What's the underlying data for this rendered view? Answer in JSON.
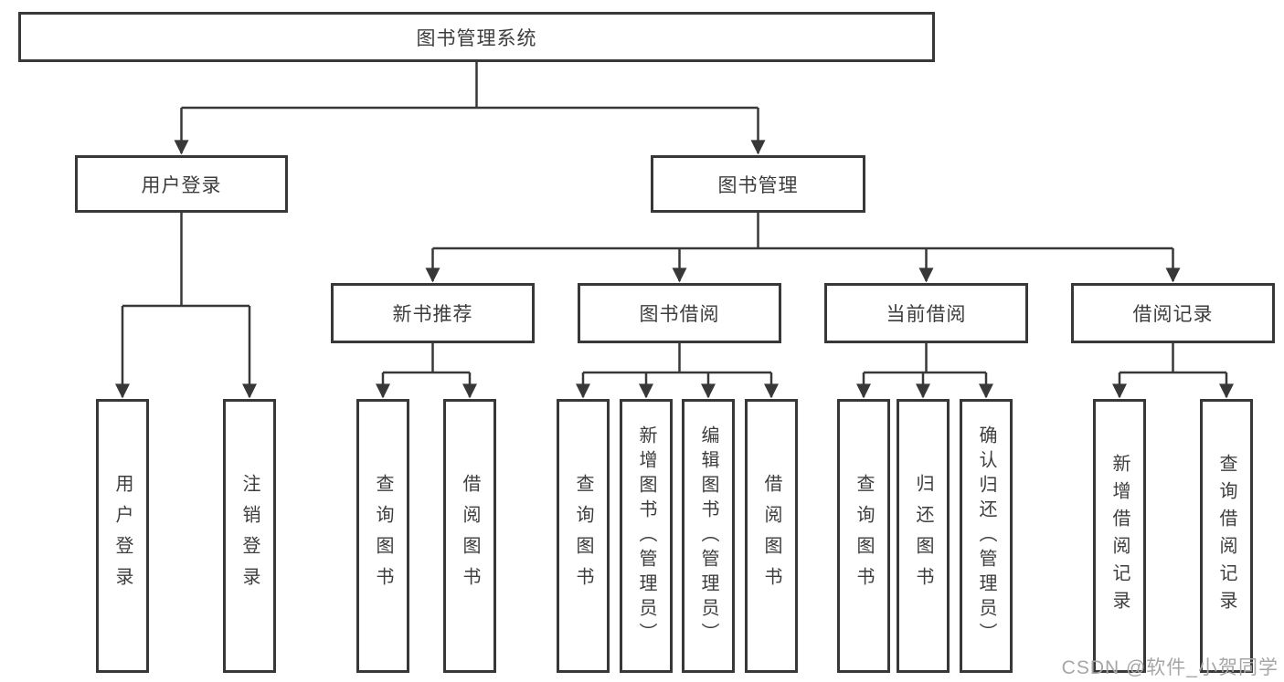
{
  "diagram": {
    "type": "hierarchy-tree",
    "colors": {
      "background": "#ffffff",
      "line": "#383838",
      "box_border": "#383838",
      "text": "#3d3d3d",
      "watermark": "#a6a6a6"
    },
    "tree": {
      "root": {
        "label": "图书管理系统",
        "children": [
          {
            "label": "用户登录",
            "children": [
              {
                "label": "用户登录"
              },
              {
                "label": "注销登录"
              }
            ]
          },
          {
            "label": "图书管理",
            "children": [
              {
                "label": "新书推荐",
                "children": [
                  {
                    "label": "查询图书"
                  },
                  {
                    "label": "借阅图书"
                  }
                ]
              },
              {
                "label": "图书借阅",
                "children": [
                  {
                    "label": "查询图书"
                  },
                  {
                    "label": "新增图书（管理员）"
                  },
                  {
                    "label": "编辑图书（管理员）"
                  },
                  {
                    "label": "借阅图书"
                  }
                ]
              },
              {
                "label": "当前借阅",
                "children": [
                  {
                    "label": "查询图书"
                  },
                  {
                    "label": "归还图书"
                  },
                  {
                    "label": "确认归还（管理员）"
                  }
                ]
              },
              {
                "label": "借阅记录",
                "children": [
                  {
                    "label": "新增借阅记录"
                  },
                  {
                    "label": "查询借阅记录"
                  }
                ]
              }
            ]
          }
        ]
      }
    },
    "watermark": {
      "text": "CSDN @软件_小贺同学"
    }
  }
}
